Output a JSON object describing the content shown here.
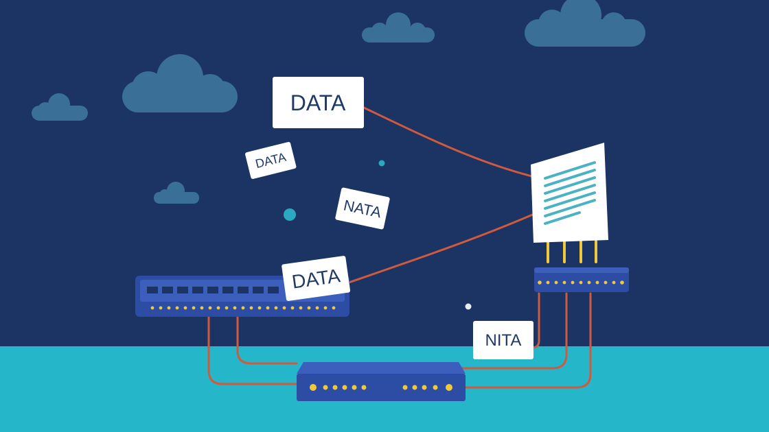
{
  "labels": {
    "data_large": "DATA",
    "data_small": "DATA",
    "nata": "NATA",
    "data_device": "DATA",
    "nita": "NITA"
  },
  "colors": {
    "sky": "#1b3463",
    "ground": "#25b6c9",
    "cloud": "#3a6f98",
    "cable": "#d05a3e",
    "device": "#2c4da3",
    "device_light": "#3c5fbd",
    "led": "#f0c93a",
    "card": "#ffffff",
    "card_text": "#1f3a66",
    "doc_lines": "#4ab2c4",
    "dot": "#2aa9c0"
  }
}
